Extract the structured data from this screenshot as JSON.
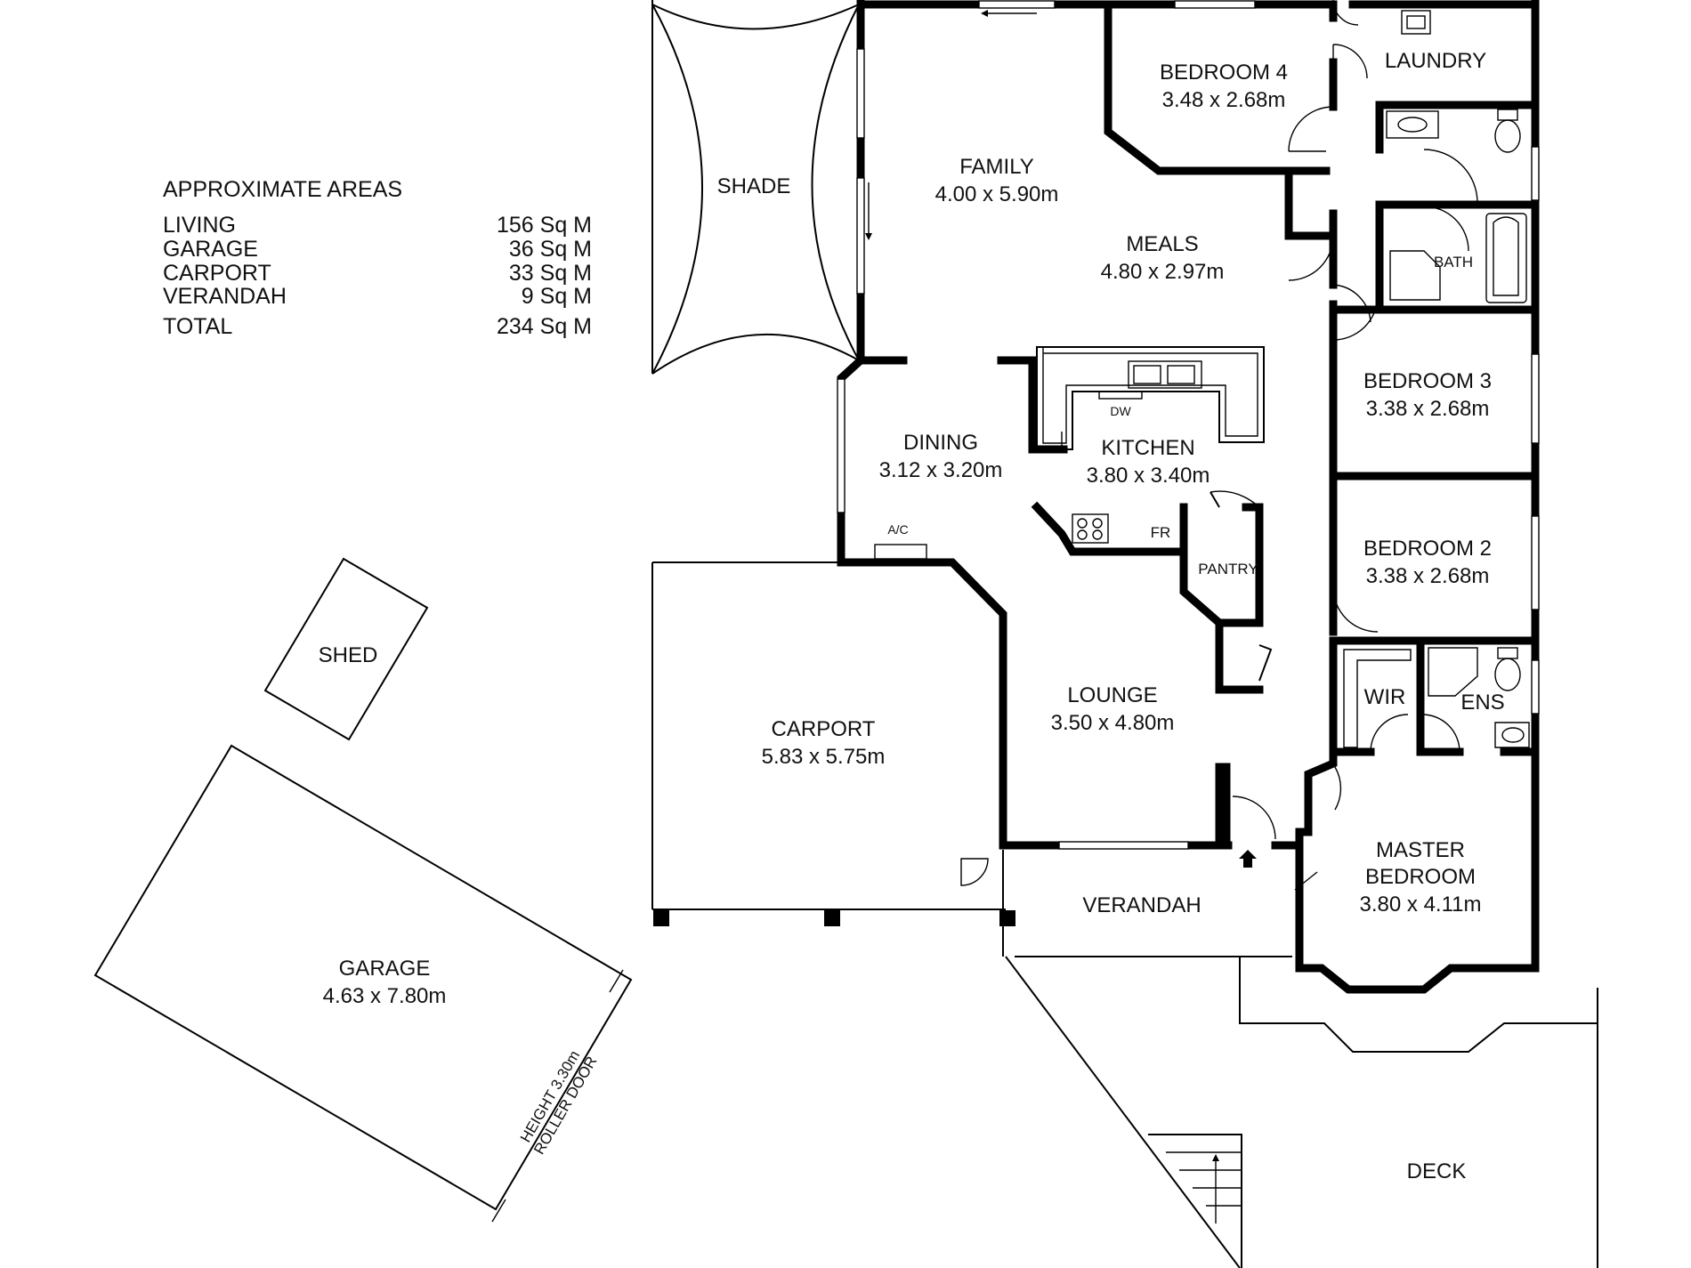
{
  "areas": {
    "title": "APPROXIMATE AREAS",
    "rows": [
      {
        "label": "LIVING",
        "value": "156 Sq M"
      },
      {
        "label": "GARAGE",
        "value": "36 Sq M"
      },
      {
        "label": "CARPORT",
        "value": "33 Sq M"
      },
      {
        "label": "VERANDAH",
        "value": "9 Sq M"
      },
      {
        "label": "TOTAL",
        "value": "234 Sq M"
      }
    ]
  },
  "rooms": {
    "shade": {
      "name": "SHADE"
    },
    "family": {
      "name": "FAMILY",
      "size": "4.00 x 5.90m"
    },
    "bedroom4": {
      "name": "BEDROOM 4",
      "size": "3.48 x 2.68m"
    },
    "laundry": {
      "name": "LAUNDRY"
    },
    "meals": {
      "name": "MEALS",
      "size": "4.80 x 2.97m"
    },
    "bath": {
      "name": "BATH"
    },
    "bedroom3": {
      "name": "BEDROOM 3",
      "size": "3.38 x 2.68m"
    },
    "dining": {
      "name": "DINING",
      "size": "3.12 x 3.20m"
    },
    "kitchen": {
      "name": "KITCHEN",
      "size": "3.80 x 3.40m"
    },
    "pantry": {
      "name": "PANTRY"
    },
    "bedroom2": {
      "name": "BEDROOM 2",
      "size": "3.38 x 2.68m"
    },
    "shed": {
      "name": "SHED"
    },
    "carport": {
      "name": "CARPORT",
      "size": "5.83 x 5.75m"
    },
    "lounge": {
      "name": "LOUNGE",
      "size": "3.50 x 4.80m"
    },
    "wir": {
      "name": "WIR"
    },
    "ens": {
      "name": "ENS"
    },
    "master": {
      "name_line1": "MASTER",
      "name_line2": "BEDROOM",
      "size": "3.80 x 4.11m"
    },
    "verandah": {
      "name": "VERANDAH"
    },
    "garage": {
      "name": "GARAGE",
      "size": "4.63 x 7.80m",
      "door_line1": "HEIGHT 3.30m",
      "door_line2": "ROLLER DOOR"
    },
    "deck": {
      "name": "DECK"
    }
  },
  "fixtures": {
    "dw": "DW",
    "fr": "FR",
    "ac": "A/C"
  }
}
